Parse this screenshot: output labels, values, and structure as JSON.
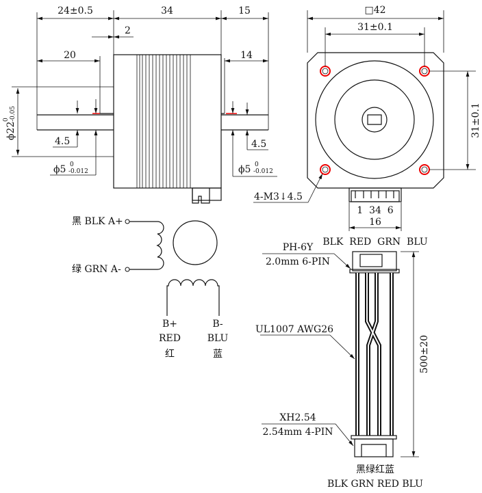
{
  "side_view": {
    "dim_front_shaft": "24±0.5",
    "dim_body": "34",
    "dim_rear_shaft": "15",
    "dim_flange": "2",
    "dim_front_flat": "20",
    "dim_rear_flat": "14",
    "dim_boss_dia": "ϕ22",
    "dim_boss_tol_upper": "0",
    "dim_boss_tol_lower": "-0.05",
    "dim_flat_front": "4.5",
    "dim_flat_rear": "4.5",
    "dim_shaft_dia": "ϕ5",
    "dim_shaft_tol_upper": "0",
    "dim_shaft_tol_lower": "-0.012"
  },
  "front_view": {
    "dim_square": "□42",
    "dim_hole_spacing_h": "31±0.1",
    "dim_hole_spacing_v": "31±0.1",
    "dim_holes": "4-M3↓4.5",
    "pin_labels": "1  34  6",
    "dim_connector": "16",
    "wire_labels": "BLK  RED  GRN  BLU"
  },
  "schematic": {
    "a_plus": "黑 BLK A+",
    "a_minus": "绿 GRN A-",
    "b_plus": "B+",
    "b_plus_color": "RED",
    "b_plus_cn": "红",
    "b_minus": "B-",
    "b_minus_color": "BLU",
    "b_minus_cn": "蓝"
  },
  "cable": {
    "top_connector": "PH-6Y",
    "top_connector_spec": "2.0mm 6-PIN",
    "wire_spec": "UL1007 AWG26",
    "length": "500±20",
    "bottom_connector": "XH2.54",
    "bottom_connector_spec": "2.54mm 4-PIN",
    "bottom_colors_cn": "黑绿红蓝",
    "bottom_colors": "BLK GRN RED BLU"
  },
  "colors": {
    "hole_mark": "#e00000",
    "line": "#111111"
  }
}
